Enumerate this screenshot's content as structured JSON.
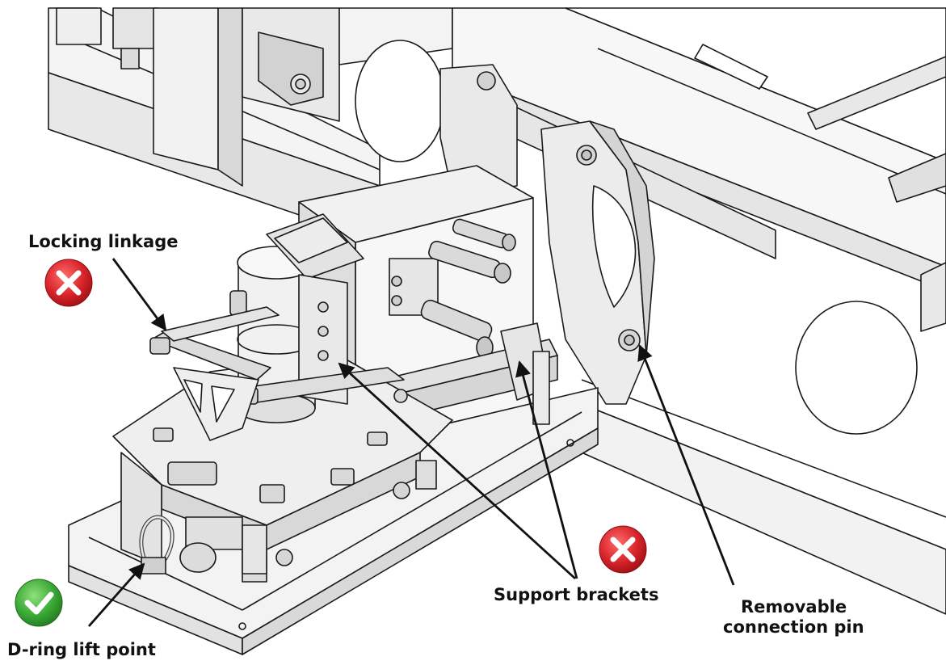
{
  "callouts": {
    "locking_linkage": {
      "label": "Locking linkage",
      "status": "not-allowed"
    },
    "support_brackets": {
      "label": "Support brackets",
      "status": "not-allowed"
    },
    "removable_pin": {
      "label_line1": "Removable",
      "label_line2": "connection pin"
    },
    "d_ring": {
      "label": "D-ring lift point",
      "status": "allowed"
    }
  },
  "icons": {
    "not_allowed": "x-circle-icon",
    "allowed": "check-circle-icon"
  },
  "colors": {
    "line": "#1a1a1a",
    "shade": "#e4e4e4",
    "light_shade": "#efefef",
    "dark_shade": "#c9c9c9",
    "reject_red": "#d8232a",
    "accept_green": "#3aa935"
  }
}
